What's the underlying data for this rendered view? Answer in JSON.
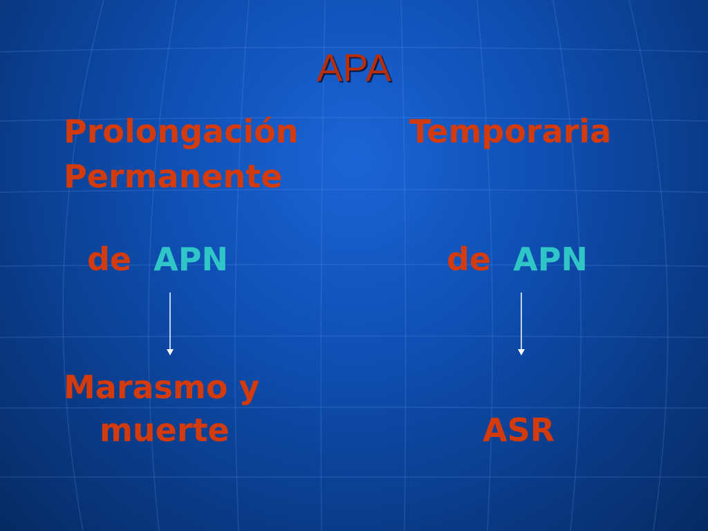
{
  "slide": {
    "title": "APA",
    "left": {
      "heading_line1": "Prolongación",
      "heading_line2": "Permanente",
      "prefix": "de",
      "acronym": "APN",
      "result_line1": "Marasmo  y",
      "result_line2": "muerte"
    },
    "right": {
      "heading": "Temporaria",
      "prefix": "de",
      "acronym": "APN",
      "result": "ASR"
    }
  },
  "colors": {
    "text_orange": "#d33a0c",
    "text_cyan": "#30c6c8",
    "background_blue": "#0f4fb3"
  }
}
